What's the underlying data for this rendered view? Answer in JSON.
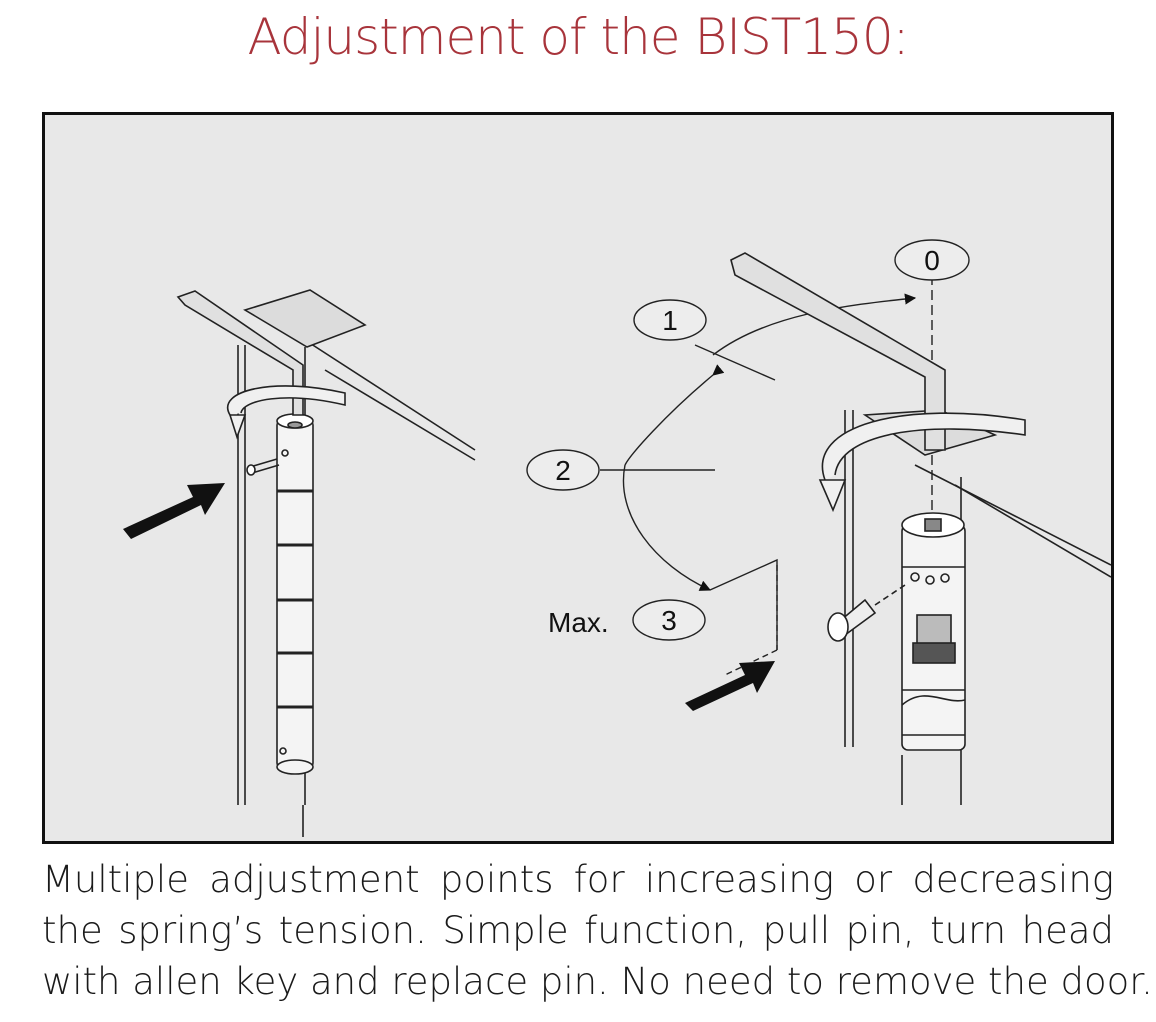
{
  "title": "Adjustment of the BIST150:",
  "diagram": {
    "labels": {
      "pos_0": "0",
      "pos_1": "1",
      "pos_2": "2",
      "pos_3": "3",
      "max": "Max."
    }
  },
  "caption": {
    "line1": "Multiple adjustment points for increasing or decreasing",
    "line2": "the spring’s tension. Simple function, pull pin, turn head",
    "line3": "with allen key and replace pin. No need to remove the door."
  },
  "colors": {
    "title": "#a8343b",
    "figure_background": "#e8e8e8",
    "figure_border": "#111111"
  }
}
